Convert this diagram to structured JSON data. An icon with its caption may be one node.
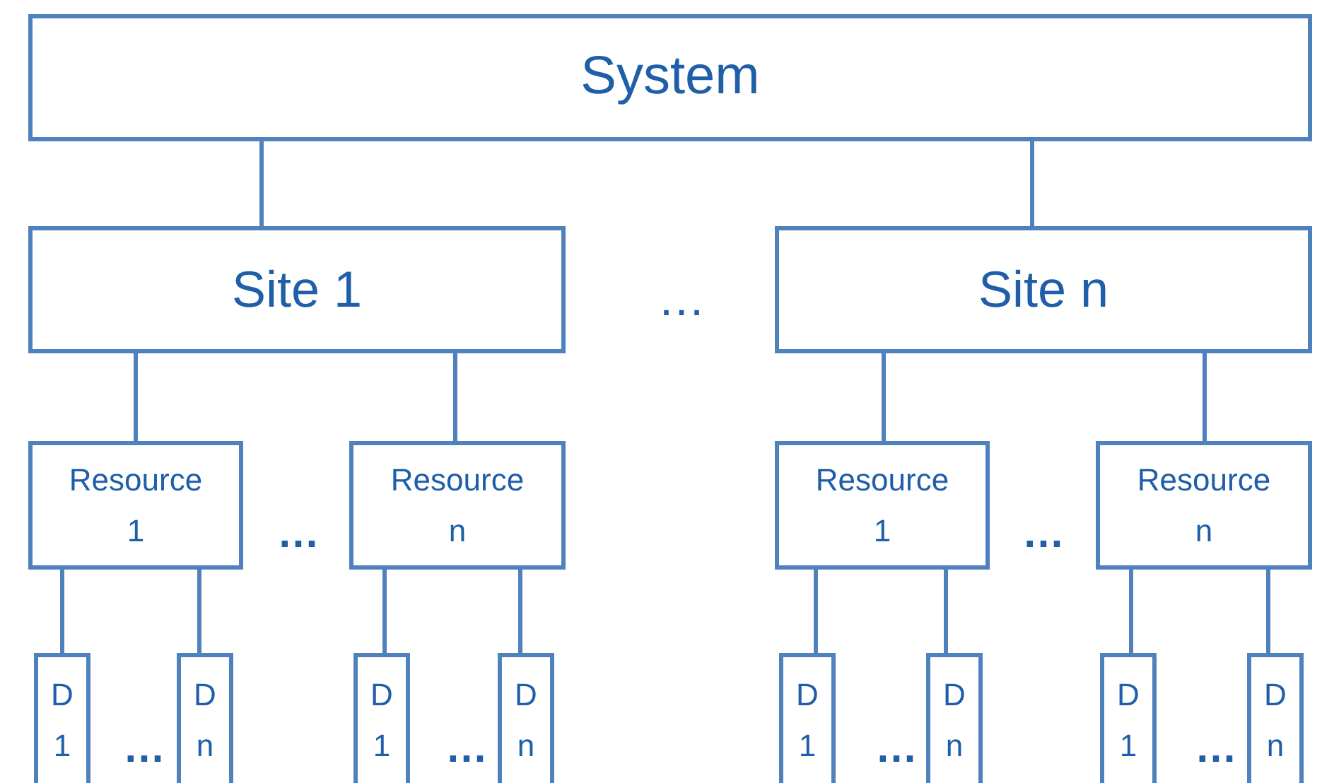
{
  "diagram": {
    "nodes": [
      {
        "text": [
          "System"
        ]
      },
      {
        "text": [
          "Site 1"
        ]
      },
      {
        "text": [
          "Site n"
        ]
      },
      {
        "text": [
          "Resource 1"
        ]
      },
      {
        "text": [
          "Resource n"
        ]
      },
      {
        "text": [
          "Resource 1"
        ]
      },
      {
        "text": [
          "Resource n"
        ]
      },
      {
        "text": [
          "D 1"
        ]
      },
      {
        "text": [
          "D n"
        ]
      },
      {
        "text": [
          "D 1"
        ]
      },
      {
        "text": [
          "D n"
        ]
      },
      {
        "text": [
          "D 1"
        ]
      },
      {
        "text": [
          "D n"
        ]
      },
      {
        "text": [
          "D 1"
        ]
      },
      {
        "text": [
          "D n"
        ]
      }
    ],
    "edges": [
      {
        "from": 0,
        "to": 1,
        "arrow": "none"
      },
      {
        "from": 0,
        "to": 2,
        "arrow": "none"
      },
      {
        "from": 1,
        "to": 3,
        "arrow": "none"
      },
      {
        "from": 1,
        "to": 4,
        "arrow": "none"
      },
      {
        "from": 2,
        "to": 5,
        "arrow": "none"
      },
      {
        "from": 2,
        "to": 6,
        "arrow": "none"
      },
      {
        "from": 3,
        "to": 7,
        "arrow": "none"
      },
      {
        "from": 3,
        "to": 8,
        "arrow": "none"
      },
      {
        "from": 4,
        "to": 9,
        "arrow": "none"
      },
      {
        "from": 4,
        "to": 10,
        "arrow": "none"
      },
      {
        "from": 5,
        "to": 11,
        "arrow": "none"
      },
      {
        "from": 5,
        "to": 12,
        "arrow": "none"
      },
      {
        "from": 6,
        "to": 13,
        "arrow": "none"
      },
      {
        "from": 6,
        "to": 14,
        "arrow": "none"
      }
    ],
    "labels": [
      "…",
      "…",
      "…",
      "…",
      "…",
      "…",
      "…"
    ]
  }
}
